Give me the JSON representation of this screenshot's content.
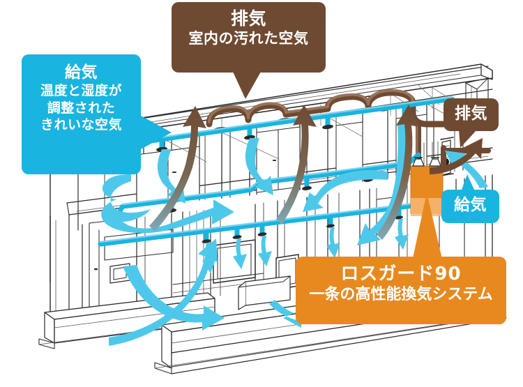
{
  "diagram": {
    "title": "house-ventilation-cutaway",
    "colors": {
      "supply_blue": "#19b4e0",
      "exhaust_brown": "#6f4a32",
      "unit_orange": "#e8891f",
      "line_dark": "#2b2b2b",
      "background": "#ffffff"
    }
  },
  "callouts": {
    "supply_main": {
      "heading": "給気",
      "body": "温度と湿度が\n調整された\nきれいな空気",
      "body_lines": [
        "温度と湿度が",
        "調整された",
        "きれいな空気"
      ],
      "color": "#19b4e0",
      "tail": "right"
    },
    "exhaust_main": {
      "heading": "排気",
      "body": "室内の汚れた空気",
      "color": "#6f4a32",
      "tail": "bottom"
    },
    "exhaust_right": {
      "heading": "排気",
      "color": "#6f4a32",
      "tail": "bottom-left"
    },
    "supply_right": {
      "heading": "給気",
      "color": "#19b4e0",
      "tail": "top"
    },
    "lossguard": {
      "heading": "ロスガード90",
      "body": "一条の高性能換気システム",
      "color": "#e8891f",
      "tail": "top-pointer"
    }
  },
  "legend_meaning": {
    "supply": "給気",
    "exhaust": "排気",
    "unit": "ロスガード90"
  }
}
